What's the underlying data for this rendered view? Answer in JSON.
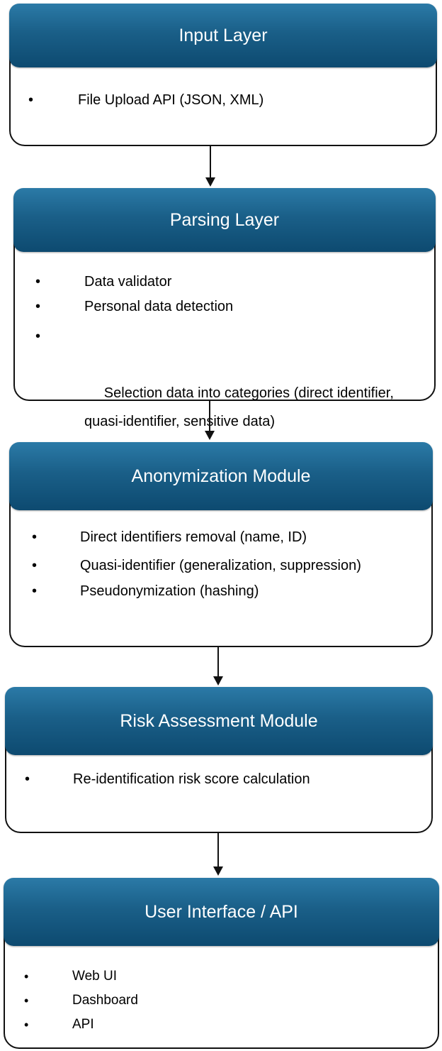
{
  "colors": {
    "header_top": "#2b7aa7",
    "header_bottom": "#0d4a70",
    "header_text": "#ffffff",
    "border": "#111111"
  },
  "blocks": [
    {
      "title": "Input Layer",
      "items": [
        "File Upload API (JSON, XML)"
      ]
    },
    {
      "title": "Parsing Layer",
      "items": [
        "Data validator",
        "Personal data detection",
        " Selection data into categories (direct identifier, quasi-identifier, sensitive data)"
      ]
    },
    {
      "title": "Anonymization Module",
      "items": [
        "Direct identifiers removal (name, ID)",
        "Quasi-identifier (generalization, suppression)",
        "Pseudonymization (hashing)"
      ]
    },
    {
      "title": "Risk Assessment Module",
      "items": [
        "Re-identification risk score calculation"
      ]
    },
    {
      "title": "User Interface / API",
      "items": [
        "Web UI",
        "Dashboard",
        "API"
      ]
    }
  ],
  "bullet_glyph": "•"
}
